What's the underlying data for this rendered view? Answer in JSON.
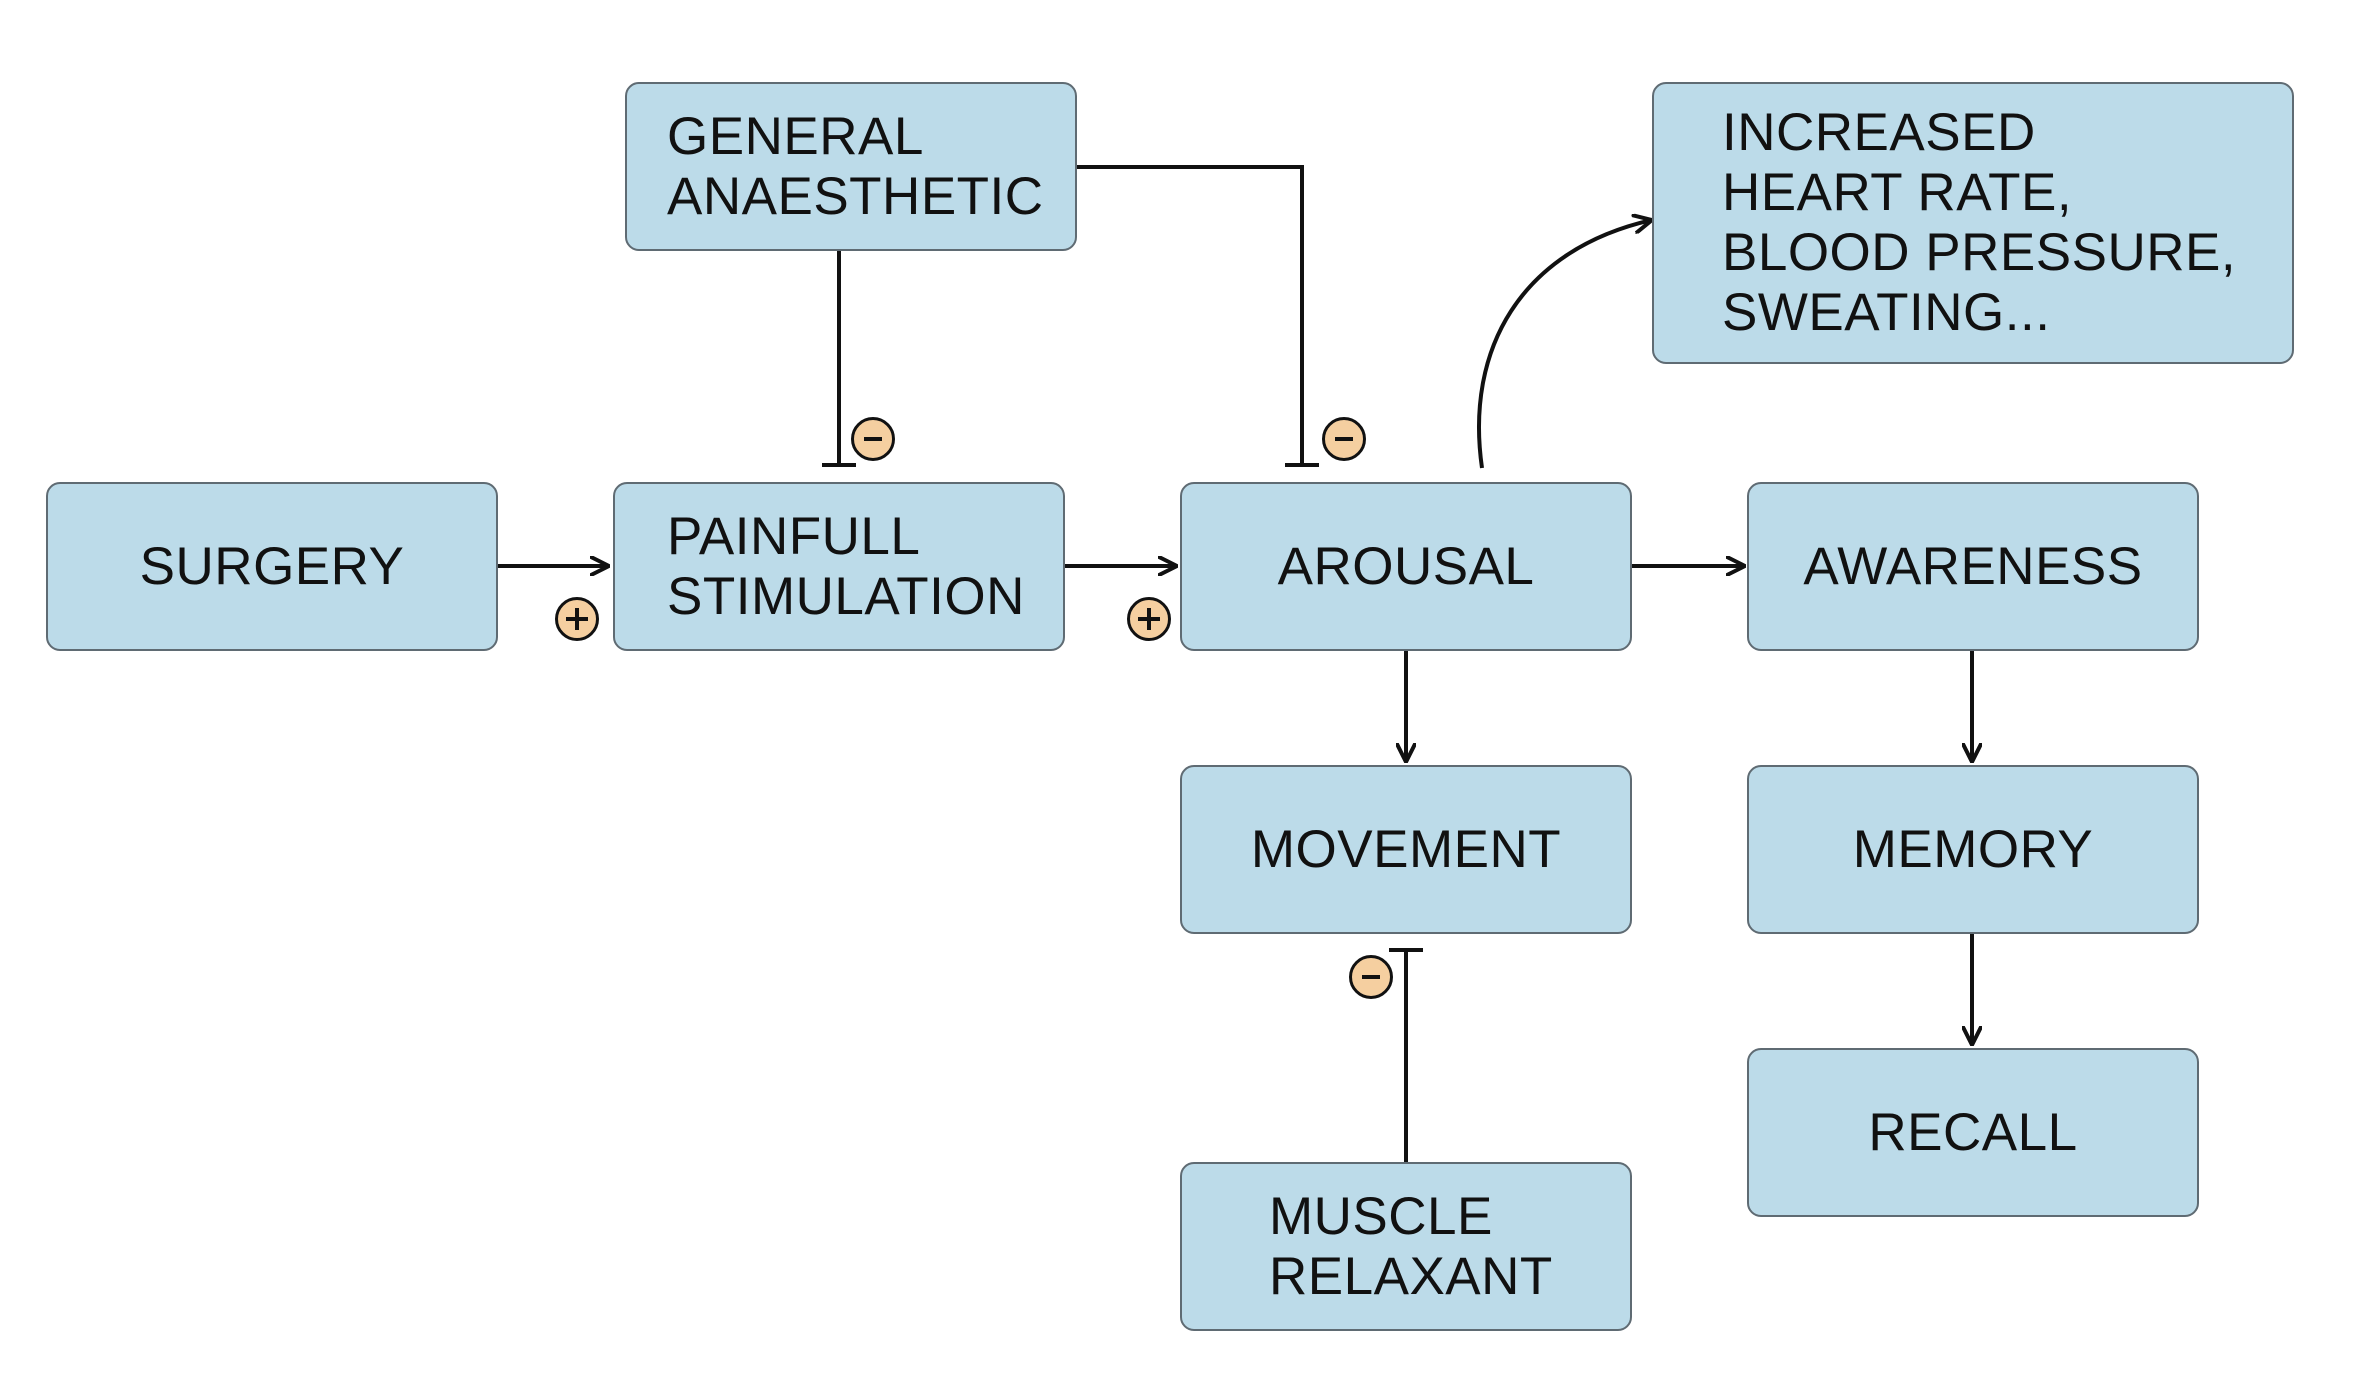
{
  "nodes": {
    "surgery": "SURGERY",
    "general_anaesthetic": [
      "GENERAL",
      "ANAESTHETIC"
    ],
    "painfull_stimulation": [
      "PAINFULL",
      "STIMULATION"
    ],
    "arousal": "AROUSAL",
    "increased": [
      "INCREASED",
      "HEART RATE,",
      "BLOOD PRESSURE,",
      "SWEATING..."
    ],
    "awareness": "AWARENESS",
    "movement": "MOVEMENT",
    "memory": "MEMORY",
    "recall": "RECALL",
    "muscle_relaxant": [
      "MUSCLE",
      "RELAXANT"
    ]
  },
  "edges": [
    {
      "from": "SURGERY",
      "to": "PAINFULL STIMULATION",
      "effect": "+"
    },
    {
      "from": "PAINFULL STIMULATION",
      "to": "AROUSAL",
      "effect": "+"
    },
    {
      "from": "GENERAL ANAESTHETIC",
      "to": "PAINFULL STIMULATION",
      "effect": "-"
    },
    {
      "from": "GENERAL ANAESTHETIC",
      "to": "AROUSAL",
      "effect": "-"
    },
    {
      "from": "AROUSAL",
      "to": "INCREASED HEART RATE, BLOOD PRESSURE, SWEATING..."
    },
    {
      "from": "AROUSAL",
      "to": "AWARENESS"
    },
    {
      "from": "AROUSAL",
      "to": "MOVEMENT"
    },
    {
      "from": "AWARENESS",
      "to": "MEMORY"
    },
    {
      "from": "MEMORY",
      "to": "RECALL"
    },
    {
      "from": "MUSCLE RELAXANT",
      "to": "MOVEMENT",
      "effect": "-"
    }
  ],
  "colors": {
    "box_fill": "#bcdbe9",
    "box_border": "#5f6b73",
    "sign_fill": "#f5cfa0",
    "line": "#111111"
  },
  "icons": {
    "positive": "plus-circle-icon",
    "negative": "minus-circle-icon"
  }
}
